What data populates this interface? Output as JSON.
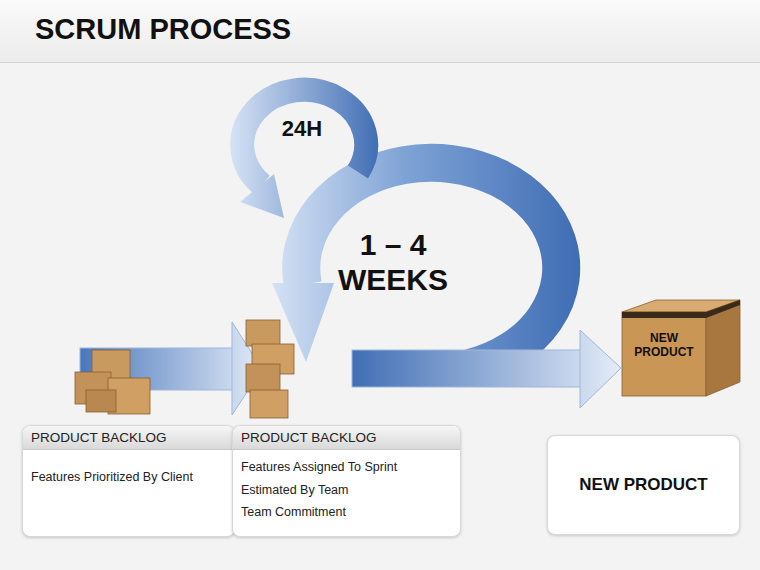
{
  "diagram": {
    "title": "SCRUM PROCESS",
    "nodes": [
      {
        "text": [
          "PRODUCT BACKLOG",
          "Features Prioritized By Client"
        ]
      },
      {
        "text": [
          "PRODUCT BACKLOG",
          "Features Assigned To Sprint",
          "Estimated By Team",
          "Team Commitment"
        ]
      },
      {
        "text": [
          "NEW PRODUCT"
        ]
      }
    ],
    "labels": [
      "24H",
      "1 – 4 WEEKS",
      "NEW PRODUCT"
    ]
  }
}
